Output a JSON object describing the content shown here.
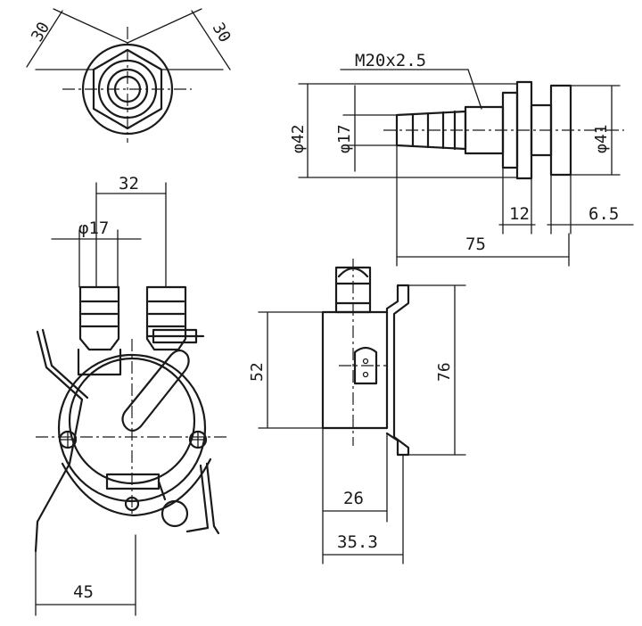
{
  "dimensions": {
    "top_angle_left": "30",
    "top_angle_right": "30",
    "thread": "M20x2.5",
    "side_dia_42": "φ42",
    "side_dia_17": "φ17",
    "side_dia_41": "φ41",
    "side_len_12": "12",
    "side_len_6_5": "6.5",
    "side_len_75": "75",
    "front_32": "32",
    "front_dia_17": "φ17",
    "front_45": "45",
    "right_52": "52",
    "right_76": "76",
    "right_26": "26",
    "right_35_3": "35.3"
  }
}
